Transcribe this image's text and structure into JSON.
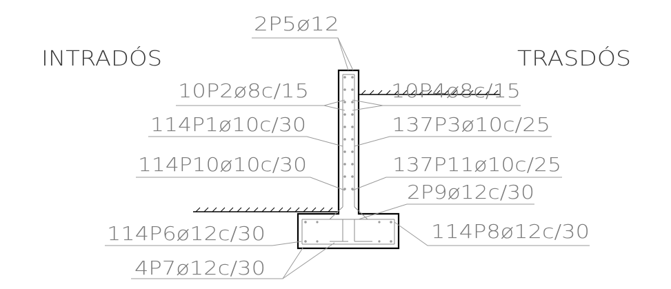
{
  "sides": {
    "intrados": "INTRADÓS",
    "trasdos": "TRASDÓS"
  },
  "rebars": {
    "p5": "2P5ø12",
    "p2": "10P2ø8c/15",
    "p4": "10P4ø8c/15",
    "p1": "114P1ø10c/30",
    "p3": "137P3ø10c/25",
    "p10": "114P10ø10c/30",
    "p11": "137P11ø10c/25",
    "p9": "2P9ø12c/30",
    "p6": "114P6ø12c/30",
    "p8": "114P8ø12c/30",
    "p7": "4P7ø12c/30"
  },
  "colors": {
    "structure": "#000000",
    "labels": "#7a7a7a",
    "leaders": "#9a9a9a"
  }
}
